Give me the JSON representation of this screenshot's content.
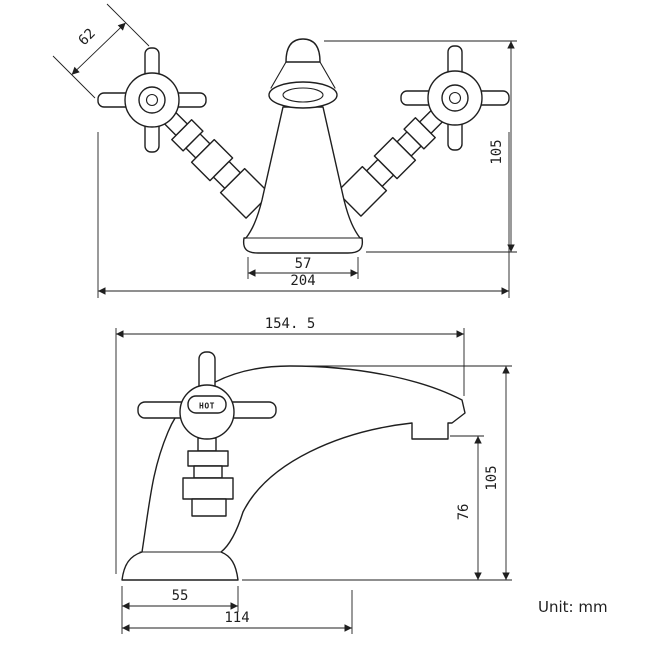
{
  "drawing": {
    "unit_note": "Unit: mm",
    "front_view": {
      "handle_width_mm": "62",
      "height_mm": "105",
      "base_width_mm": "57",
      "overall_width_mm": "204"
    },
    "side_view": {
      "overall_length_mm": "154. 5",
      "height_mm": "105",
      "spout_height_mm": "76",
      "base_depth_mm": "55",
      "overall_depth_mm": "114",
      "handle_cap_label": "HOT"
    }
  }
}
